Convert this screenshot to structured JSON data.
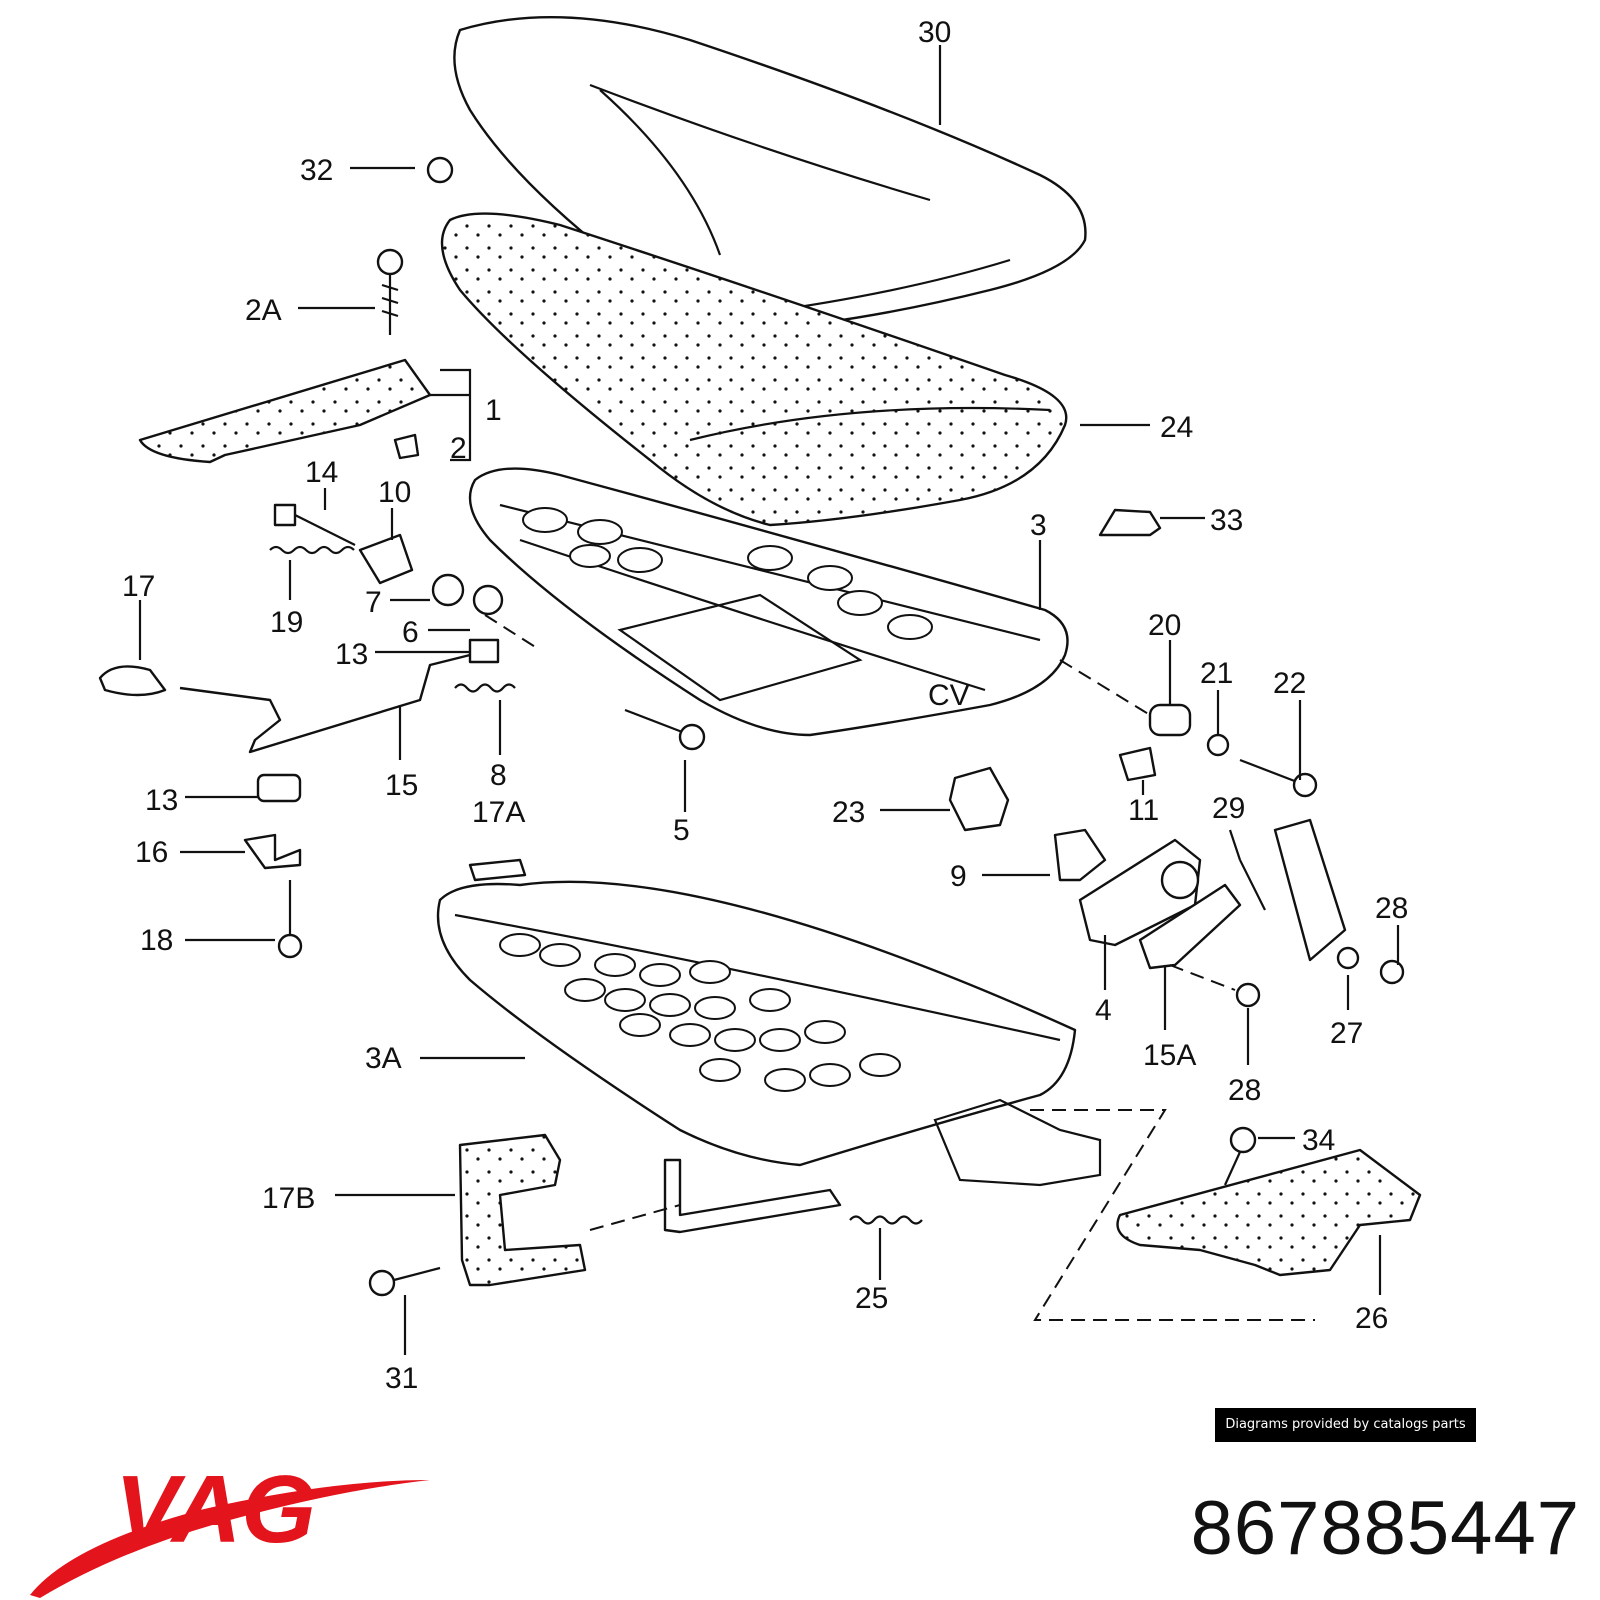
{
  "callouts": [
    {
      "id": "30",
      "text": "30"
    },
    {
      "id": "32",
      "text": "32"
    },
    {
      "id": "2A",
      "text": "2A"
    },
    {
      "id": "1",
      "text": "1"
    },
    {
      "id": "2",
      "text": "2"
    },
    {
      "id": "24",
      "text": "24"
    },
    {
      "id": "14",
      "text": "14"
    },
    {
      "id": "10",
      "text": "10"
    },
    {
      "id": "19",
      "text": "19"
    },
    {
      "id": "7",
      "text": "7"
    },
    {
      "id": "6",
      "text": "6"
    },
    {
      "id": "17",
      "text": "17"
    },
    {
      "id": "13a",
      "text": "13"
    },
    {
      "id": "15",
      "text": "15"
    },
    {
      "id": "8",
      "text": "8"
    },
    {
      "id": "3",
      "text": "3"
    },
    {
      "id": "33",
      "text": "33"
    },
    {
      "id": "20",
      "text": "20"
    },
    {
      "id": "21",
      "text": "21"
    },
    {
      "id": "22",
      "text": "22"
    },
    {
      "id": "5",
      "text": "5"
    },
    {
      "id": "13b",
      "text": "13"
    },
    {
      "id": "16",
      "text": "16"
    },
    {
      "id": "18",
      "text": "18"
    },
    {
      "id": "17A",
      "text": "17A"
    },
    {
      "id": "23",
      "text": "23"
    },
    {
      "id": "11",
      "text": "11"
    },
    {
      "id": "29",
      "text": "29"
    },
    {
      "id": "9",
      "text": "9"
    },
    {
      "id": "28a",
      "text": "28"
    },
    {
      "id": "4",
      "text": "4"
    },
    {
      "id": "15A",
      "text": "15A"
    },
    {
      "id": "27",
      "text": "27"
    },
    {
      "id": "28b",
      "text": "28"
    },
    {
      "id": "3A",
      "text": "3A"
    },
    {
      "id": "34",
      "text": "34"
    },
    {
      "id": "17B",
      "text": "17B"
    },
    {
      "id": "25",
      "text": "25"
    },
    {
      "id": "26",
      "text": "26"
    },
    {
      "id": "31",
      "text": "31"
    }
  ],
  "frame_stamp": "CV",
  "credit": "Diagrams provided by catalogs parts",
  "brand": {
    "name": "VAG",
    "color": "#e3141b"
  },
  "part_number": "867885447"
}
